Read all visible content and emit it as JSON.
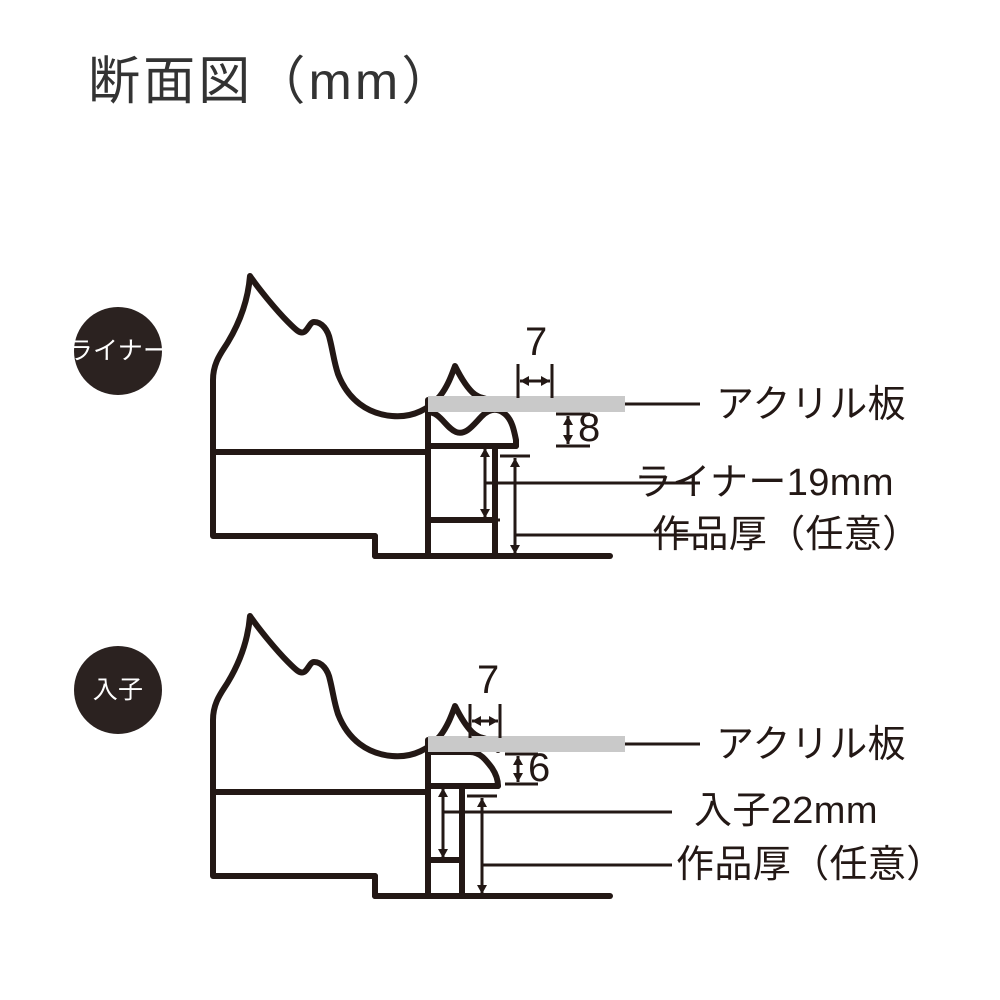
{
  "title": "断面図（mm）",
  "colors": {
    "outline": "#231815",
    "acrylic": "#c9c9c9",
    "badge_bg": "#2b2220",
    "badge_text": "#ffffff",
    "background": "#ffffff"
  },
  "sections": [
    {
      "id": "liner",
      "badge": "ライナー",
      "dimensions": {
        "horizontal": "7",
        "vertical": "8"
      },
      "labels": [
        "アクリル板",
        "ライナー19mm",
        "作品厚（任意）"
      ]
    },
    {
      "id": "inset",
      "badge": "入子",
      "dimensions": {
        "horizontal": "7",
        "vertical": "6"
      },
      "labels": [
        "アクリル板",
        "入子22mm",
        "作品厚（任意）"
      ]
    }
  ],
  "chart_data": {
    "type": "diagram",
    "title": "断面図（mm）",
    "unit": "mm",
    "variants": [
      {
        "name": "ライナー",
        "acrylic_overlap_width": 7,
        "liner_face_height": 8,
        "liner_depth": 19,
        "artwork_thickness": "任意",
        "callouts": [
          "アクリル板",
          "ライナー19mm",
          "作品厚（任意）"
        ]
      },
      {
        "name": "入子",
        "acrylic_overlap_width": 7,
        "inset_face_height": 6,
        "inset_depth": 22,
        "artwork_thickness": "任意",
        "callouts": [
          "アクリル板",
          "入子22mm",
          "作品厚（任意）"
        ]
      }
    ]
  }
}
